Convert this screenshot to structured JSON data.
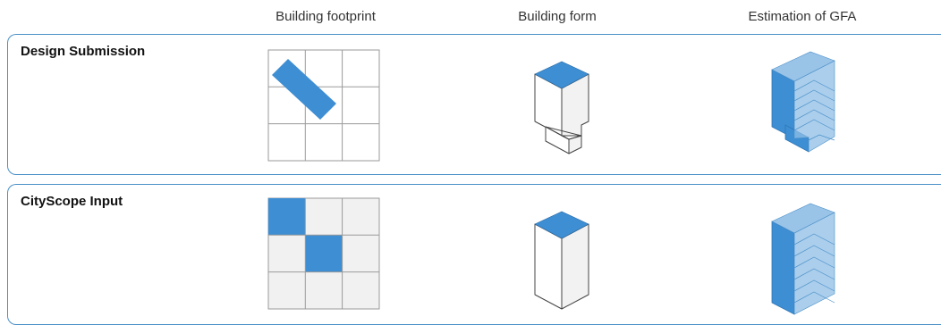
{
  "columns": [
    "Building footprint",
    "Building form",
    "Estimation of GFA"
  ],
  "rows": [
    {
      "label": "Design Submission"
    },
    {
      "label": "CityScope Input"
    }
  ],
  "colors": {
    "accent": "#4a90c8",
    "blue_fill": "#3d8ed3",
    "blue_light": "#8fbde6",
    "grid_fill": "#f1f1f1",
    "grid_line": "#9a9a9a",
    "face_light": "#f2f2f2",
    "face_white": "#ffffff"
  }
}
